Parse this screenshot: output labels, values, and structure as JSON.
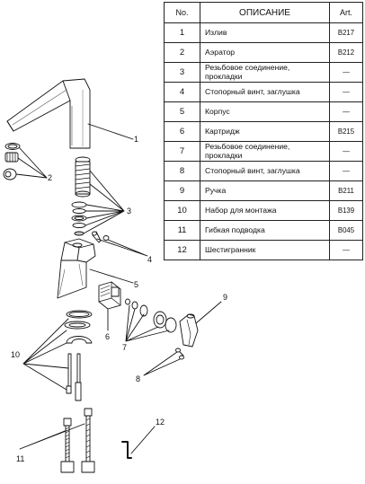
{
  "table": {
    "headers": {
      "no": "No.",
      "description": "ОПИСАНИЕ",
      "art": "Art."
    },
    "rows": [
      {
        "no": "1",
        "description": "Излив",
        "art": "B217"
      },
      {
        "no": "2",
        "description": "Аэратор",
        "art": "B212"
      },
      {
        "no": "3",
        "description": "Резьбовое соединение, прокладки",
        "art": "—"
      },
      {
        "no": "4",
        "description": "Стопорный винт, заглушка",
        "art": "—"
      },
      {
        "no": "5",
        "description": "Корпус",
        "art": "—"
      },
      {
        "no": "6",
        "description": "Картридж",
        "art": "B215"
      },
      {
        "no": "7",
        "description": "Резьбовое соединение, прокладки",
        "art": "—"
      },
      {
        "no": "8",
        "description": "Стопорный винт, заглушка",
        "art": "—"
      },
      {
        "no": "9",
        "description": "Ручка",
        "art": "B211"
      },
      {
        "no": "10",
        "description": "Набор для монтажа",
        "art": "B139"
      },
      {
        "no": "11",
        "description": "Гибкая подводка",
        "art": "B045"
      },
      {
        "no": "12",
        "description": "Шестигранник",
        "art": "—"
      }
    ]
  },
  "callouts": {
    "c1": "1",
    "c2": "2",
    "c3": "3",
    "c4": "4",
    "c5": "5",
    "c6": "6",
    "c7": "7",
    "c8": "8",
    "c9": "9",
    "c10": "10",
    "c11": "11",
    "c12": "12"
  }
}
